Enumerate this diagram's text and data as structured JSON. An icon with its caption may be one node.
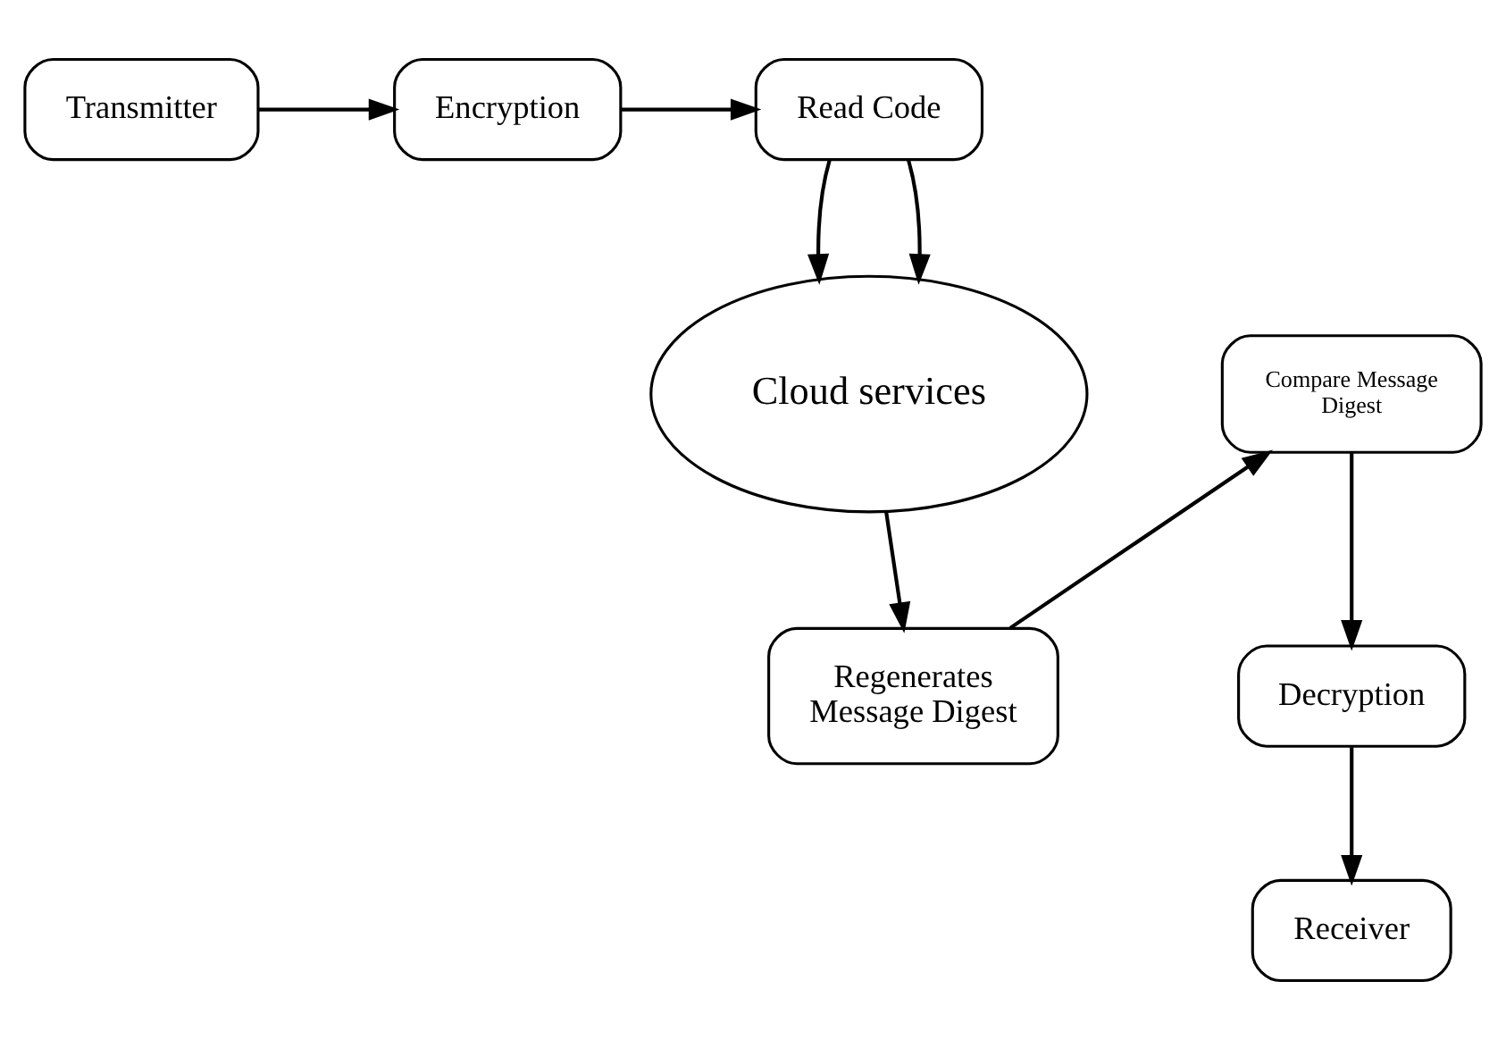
{
  "diagram": {
    "nodes": [
      {
        "text": [
          "Transmitter"
        ]
      },
      {
        "text": [
          "Encryption"
        ]
      },
      {
        "text": [
          "Read Code"
        ]
      },
      {
        "text": [
          "Cloud services"
        ]
      },
      {
        "text": [
          "Compare Message Digest"
        ]
      },
      {
        "text": [
          "Decryption"
        ]
      },
      {
        "text": [
          "Receiver"
        ]
      },
      {
        "text": [
          "Regenerates Message Digest"
        ]
      }
    ],
    "edges": [
      {
        "from": 0,
        "to": 1,
        "arrow": "to"
      },
      {
        "from": 1,
        "to": 2,
        "arrow": "to"
      },
      {
        "from": 2,
        "to": 3,
        "arrow": "to"
      },
      {
        "from": 2,
        "to": 3,
        "arrow": "to"
      },
      {
        "from": 3,
        "to": 7,
        "arrow": "to"
      },
      {
        "from": 7,
        "to": 4,
        "arrow": "to"
      },
      {
        "from": 4,
        "to": 5,
        "arrow": "to"
      },
      {
        "from": 5,
        "to": 6,
        "arrow": "to"
      }
    ]
  }
}
